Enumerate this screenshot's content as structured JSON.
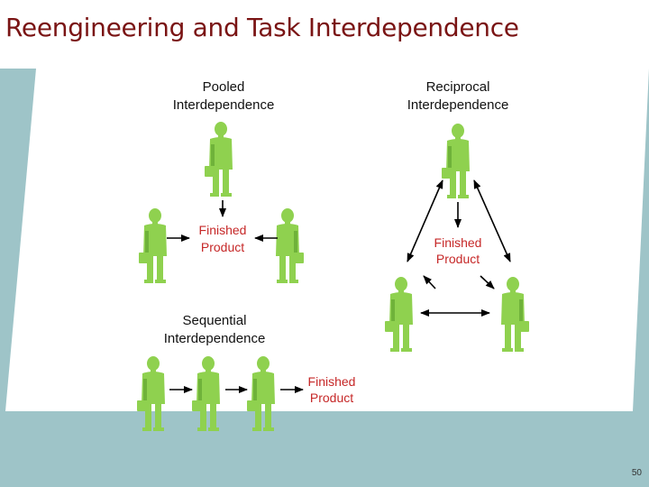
{
  "slide": {
    "title": "Reengineering and Task Interdependence",
    "page_number": "50"
  },
  "diagram": {
    "pooled": {
      "title_line1": "Pooled",
      "title_line2": "Interdependence"
    },
    "reciprocal": {
      "title_line1": "Reciprocal",
      "title_line2": "Interdependence"
    },
    "sequential": {
      "title_line1": "Sequential",
      "title_line2": "Interdependence"
    },
    "finished_line1": "Finished",
    "finished_line2": "Product"
  },
  "colors": {
    "background": "#9ec4c8",
    "panel": "#ffffff",
    "title": "#7a1414",
    "person": "#8fd14f",
    "person_shade": "#6fb23a",
    "finished_product": "#c62828",
    "arrow": "#000000"
  }
}
